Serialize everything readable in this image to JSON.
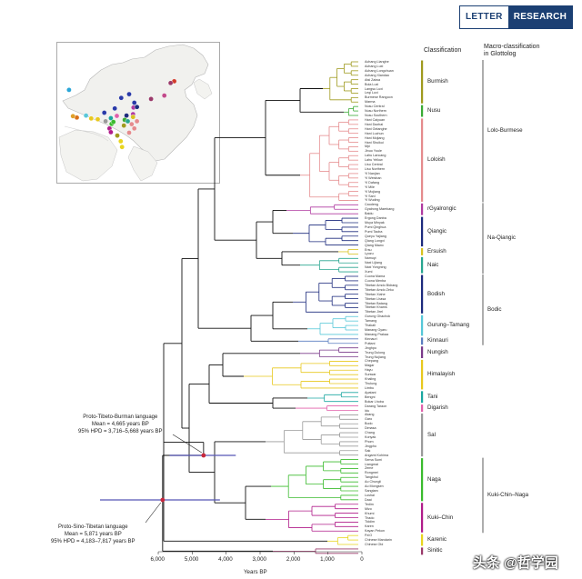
{
  "badge": {
    "left": "LETTER",
    "right": "RESEARCH"
  },
  "headers": {
    "classification": "Classification",
    "macro": "Macro-classification\nin Glottolog"
  },
  "leaves": [
    "Achang Lianghe",
    "Achang Luxi",
    "Achang Longchuan",
    "Achang Xiandao",
    "Atsi Zaiwa",
    "Bola Luxi",
    "Langsu Luxi",
    "Leqi Luxi",
    "Burmese Rangoon",
    "Marma",
    "Nusu Central",
    "Nusu Northern",
    "Nusu Southern",
    "Hani Caiyuan",
    "Hani Dazhai",
    "Hani Gelanghe",
    "Hani Luchun",
    "Hani Mojiang",
    "Hani Shuikui",
    "Mpi",
    "Jinuo Youle",
    "Lahu Lancang",
    "Lahu Yellow",
    "Lisu Central",
    "Lisu Northern",
    "Yi Nanjian",
    "Yi Weishan",
    "Yi Dafang",
    "Yi Mile",
    "Yi Mojiang",
    "Yi Sani",
    "Yi Wuding",
    "Caodeng",
    "Gyalrong Maerkang",
    "Baidu",
    "Ergong Danba",
    "Muya Minyak",
    "Pumi Qinghua",
    "Pumi Taoba",
    "Queyu Yajiang",
    "Qiang Longxi",
    "Qiang Mawo",
    "Ersu",
    "Lyuzu",
    "Namuyi",
    "Naxi Lijiang",
    "Naxi Yongning",
    "Xumi",
    "Cuona Mama",
    "Cuona Menba",
    "Tibetan Amdo Bidrang",
    "Tibetan Amdo Zeku",
    "Tibetan Xiahe",
    "Tibetan Lhasa",
    "Tibetan Batang",
    "Tibetan Khams",
    "Tibetan Jirel",
    "Gurung Ghachok",
    "Tamang",
    "Thakali",
    "Manang Gyaru",
    "Manang Prakaa",
    "Kinnauri",
    "Puttani",
    "Jinghpo",
    "Trung Dulong",
    "Trung Nujiang",
    "Chepang",
    "Magar",
    "Hayu",
    "Sunwar",
    "Khaling",
    "Thulung",
    "Limbu",
    "Apatani",
    "Bengni",
    "Bokar Lhoba",
    "Darang Taraon",
    "Idu",
    "Akang",
    "Garo",
    "Bodo",
    "Dimasa",
    "Chang",
    "Konyak",
    "Phom",
    "Jingpho",
    "Sak",
    "Angami Kohima",
    "Sema Sumi",
    "Liangmai",
    "Zeme",
    "Rongmei",
    "Tangkhul",
    "Ao Chungli",
    "Ao Mongsen",
    "Sangtam",
    "Lushai",
    "Daai",
    "Tedim",
    "Mizo",
    "Khumi",
    "Thado",
    "Tiddim",
    "Karen",
    "Kayan Pekon",
    "Pa'O",
    "Chinese Mandarin",
    "Chinese Old"
  ],
  "clades": [
    {
      "label": "Burmish",
      "color": "#9f9a1e"
    },
    {
      "label": "Nusu",
      "color": "#3aaa35"
    },
    {
      "label": "Loloish",
      "color": "#e58b8d"
    },
    {
      "label": "rGyalrongic",
      "color": "#b03aa0"
    },
    {
      "label": "Qiangic",
      "color": "#1d2b7d"
    },
    {
      "label": "Ersuish",
      "color": "#d8c21f"
    },
    {
      "label": "Naic",
      "color": "#28a58f"
    },
    {
      "label": "Bodish",
      "color": "#1d2b7d"
    },
    {
      "label": "Gurung–Tamang",
      "color": "#56c7d8"
    },
    {
      "label": "Kinnauri",
      "color": "#5a7ec0"
    },
    {
      "label": "Nungish",
      "color": "#7a3a8a"
    },
    {
      "label": "Himalayish",
      "color": "#e8c81e"
    },
    {
      "label": "Tani",
      "color": "#1aa6a0"
    },
    {
      "label": "Digarish",
      "color": "#e05faa"
    },
    {
      "label": "Sal",
      "color": "#9a9a9a"
    },
    {
      "label": "Naga",
      "color": "#3bbb2e"
    },
    {
      "label": "Kuki–Chin",
      "color": "#b01c8a"
    },
    {
      "label": "Karenic",
      "color": "#e8d51e"
    },
    {
      "label": "Sinitic",
      "color": "#9a3a6a"
    }
  ],
  "macro": [
    "Lolo-Burmese",
    "Na-Qiangic",
    "Bodic",
    "Kuki-Chin–Naga"
  ],
  "annotations": {
    "ptb": [
      "Proto-Tibeto-Burman language",
      "Mean = 4,665 years BP",
      "95% HPD = 3,716–5,668 years BP"
    ],
    "pst": [
      "Proto-Sino-Tibetan language",
      "Mean = 5,871 years BP",
      "95% HPD = 4,183–7,817 years BP"
    ]
  },
  "chart_data": {
    "type": "tree",
    "xlabel": "Years BP",
    "ticks": [
      "6,000",
      "5,000",
      "4,000",
      "3,000",
      "2,000",
      "1,000",
      "0"
    ],
    "xlim": [
      6000,
      0
    ],
    "ptb_mean": 4665,
    "ptb_hpd": [
      3716,
      5668
    ],
    "pst_mean": 5871,
    "pst_hpd": [
      4183,
      7817
    ]
  },
  "watermark": "头条 @哲学园",
  "map": {
    "dots": [
      {
        "lon": 77.5,
        "lat": 37.5,
        "c": "#2aa6d8"
      },
      {
        "lon": 117.8,
        "lat": 40.5,
        "c": "#d23a2a"
      },
      {
        "lon": 114.0,
        "lat": 35.5,
        "c": "#c24a8a"
      },
      {
        "lon": 97.5,
        "lat": 34.7,
        "c": "#2a3aa8"
      },
      {
        "lon": 100.5,
        "lat": 36.0,
        "c": "#2a3aa8"
      },
      {
        "lon": 102.5,
        "lat": 33.0,
        "c": "#2a3aa8"
      },
      {
        "lon": 95.0,
        "lat": 31.0,
        "c": "#2a3aa8"
      },
      {
        "lon": 91.0,
        "lat": 29.5,
        "c": "#2a3aa8"
      },
      {
        "lon": 84.0,
        "lat": 28.5,
        "c": "#5ac7d8"
      },
      {
        "lon": 86.0,
        "lat": 27.5,
        "c": "#e8c81e"
      },
      {
        "lon": 88.5,
        "lat": 27.2,
        "c": "#e8c81e"
      },
      {
        "lon": 80.5,
        "lat": 27.8,
        "c": "#d8701a"
      },
      {
        "lon": 79.0,
        "lat": 28.3,
        "c": "#e0a02a"
      },
      {
        "lon": 93.5,
        "lat": 27.6,
        "c": "#1aa6a0"
      },
      {
        "lon": 95.8,
        "lat": 28.4,
        "c": "#e05faa"
      },
      {
        "lon": 91.5,
        "lat": 26.5,
        "c": "#9a9a9a"
      },
      {
        "lon": 93.8,
        "lat": 25.6,
        "c": "#3bbb2e"
      },
      {
        "lon": 94.5,
        "lat": 26.3,
        "c": "#3bbb2e"
      },
      {
        "lon": 93.0,
        "lat": 24.0,
        "c": "#b01c8a"
      },
      {
        "lon": 93.5,
        "lat": 22.7,
        "c": "#b01c8a"
      },
      {
        "lon": 97.3,
        "lat": 19.5,
        "c": "#e8d51e"
      },
      {
        "lon": 97.8,
        "lat": 17.5,
        "c": "#e8d51e"
      },
      {
        "lon": 98.5,
        "lat": 25.0,
        "c": "#9f9a1e"
      },
      {
        "lon": 96.0,
        "lat": 21.5,
        "c": "#9f9a1e"
      },
      {
        "lon": 98.8,
        "lat": 27.0,
        "c": "#3aaa35"
      },
      {
        "lon": 100.0,
        "lat": 26.5,
        "c": "#28a58f"
      },
      {
        "lon": 101.5,
        "lat": 25.5,
        "c": "#e58b8d"
      },
      {
        "lon": 102.5,
        "lat": 24.0,
        "c": "#e58b8d"
      },
      {
        "lon": 100.5,
        "lat": 22.5,
        "c": "#e58b8d"
      },
      {
        "lon": 103.5,
        "lat": 26.5,
        "c": "#e58b8d"
      },
      {
        "lon": 102.0,
        "lat": 29.0,
        "c": "#b03aa0"
      },
      {
        "lon": 102.2,
        "lat": 31.3,
        "c": "#b03aa0"
      },
      {
        "lon": 103.5,
        "lat": 31.5,
        "c": "#1d2b7d"
      },
      {
        "lon": 99.5,
        "lat": 28.5,
        "c": "#1d2b7d"
      },
      {
        "lon": 102.0,
        "lat": 28.0,
        "c": "#d8c21f"
      },
      {
        "lon": 116.4,
        "lat": 39.9,
        "c": "#9a3a6a"
      },
      {
        "lon": 108.9,
        "lat": 34.3,
        "c": "#9a3a6a"
      }
    ]
  }
}
